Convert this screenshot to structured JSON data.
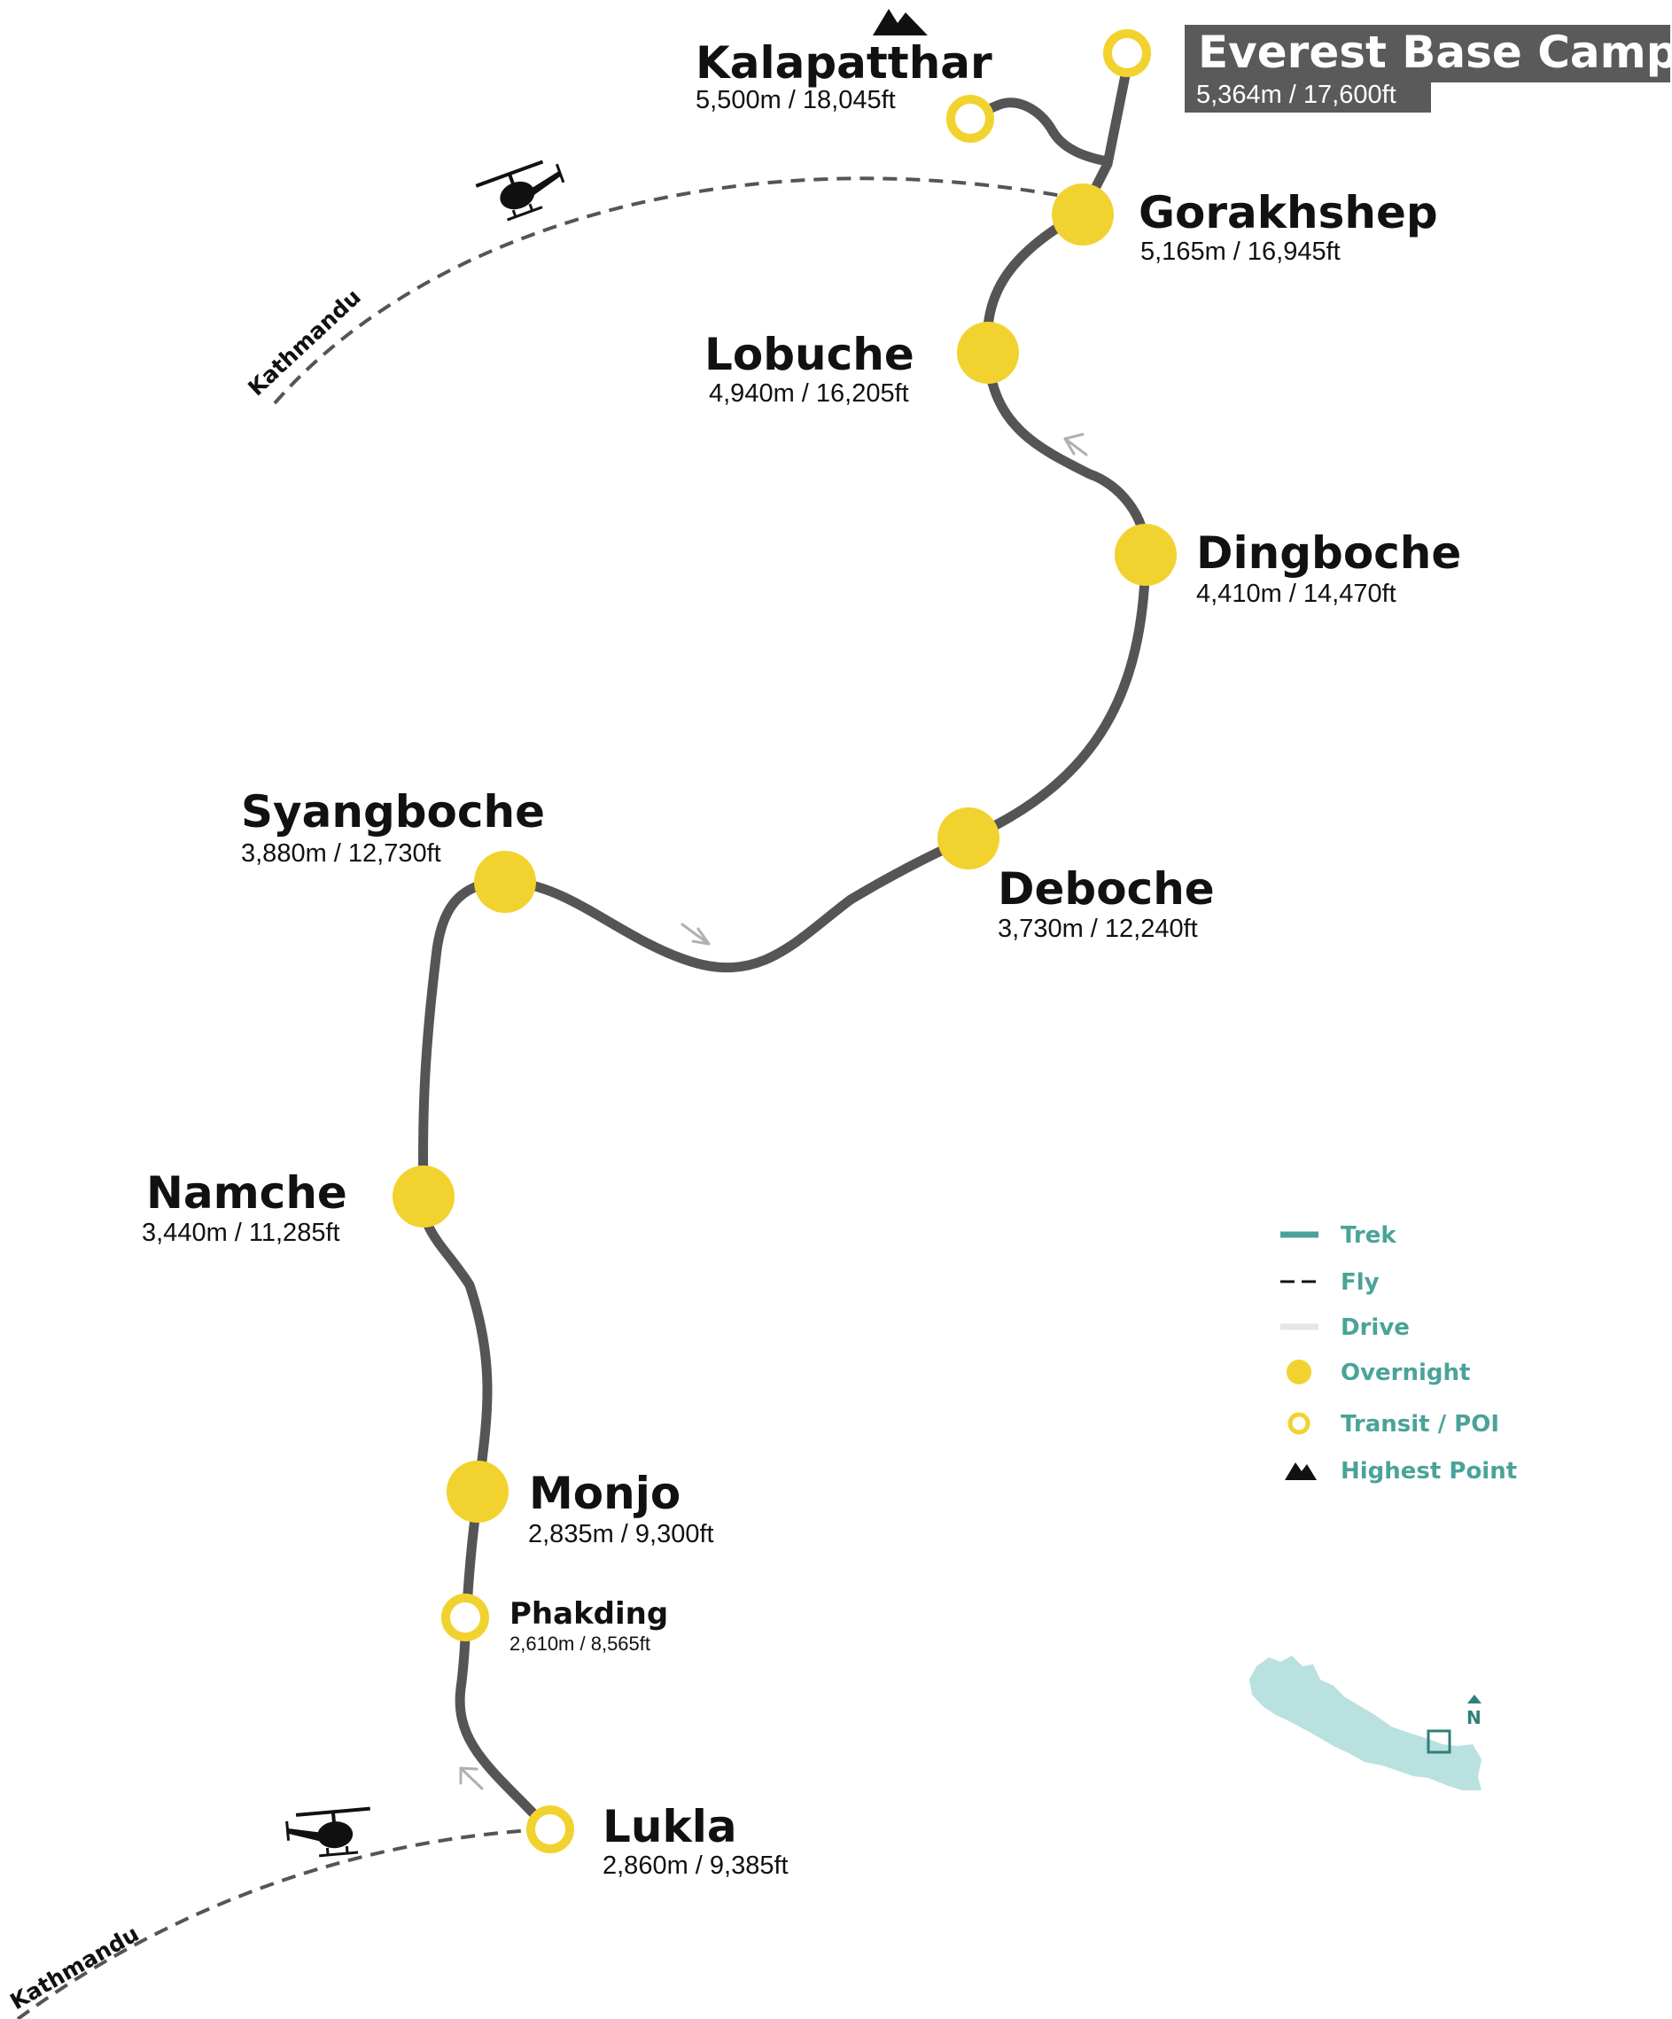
{
  "colors": {
    "trek": "#555555",
    "fly": "#555555",
    "overnight": "#f2d22e",
    "transit_ring": "#f2d22e",
    "label_text": "#111111",
    "legend_text": "#4aa39a",
    "legend_trek": "#4aa39a",
    "drive": "#e6e6e6",
    "ebc_box": "#5a5a5a",
    "ebc_text": "#ffffff",
    "nepal_fill": "#b8e1df",
    "nepal_marker": "#2f7f78",
    "arrow": "#b0b0b0"
  },
  "places": {
    "ebc": {
      "name": "Everest Base Camp",
      "elev": "5,364m / 17,600ft",
      "type": "transit"
    },
    "kalapatthar": {
      "name": "Kalapatthar",
      "elev": "5,500m / 18,045ft",
      "type": "transit"
    },
    "gorakhshep": {
      "name": "Gorakhshep",
      "elev": "5,165m / 16,945ft",
      "type": "overnight"
    },
    "lobuche": {
      "name": "Lobuche",
      "elev": "4,940m / 16,205ft",
      "type": "overnight"
    },
    "dingboche": {
      "name": "Dingboche",
      "elev": "4,410m / 14,470ft",
      "type": "overnight"
    },
    "deboche": {
      "name": "Deboche",
      "elev": "3,730m / 12,240ft",
      "type": "overnight"
    },
    "syangboche": {
      "name": "Syangboche",
      "elev": "3,880m / 12,730ft",
      "type": "overnight"
    },
    "namche": {
      "name": "Namche",
      "elev": "3,440m / 11,285ft",
      "type": "overnight"
    },
    "monjo": {
      "name": "Monjo",
      "elev": "2,835m / 9,300ft",
      "type": "overnight"
    },
    "phakding": {
      "name": "Phakding",
      "elev": "2,610m / 8,565ft",
      "type": "transit"
    },
    "lukla": {
      "name": "Lukla",
      "elev": "2,860m / 9,385ft",
      "type": "transit"
    }
  },
  "flights": {
    "top_label": "Kathmandu",
    "bottom_label": "Kathmandu"
  },
  "legend": {
    "trek": "Trek",
    "fly": "Fly",
    "drive": "Drive",
    "overnight": "Overnight",
    "transit": "Transit / POI",
    "highest": "Highest Point"
  },
  "inset": {
    "north": "N"
  },
  "icons": {
    "helicopter": "helicopter-icon",
    "mountain": "mountain-icon"
  }
}
